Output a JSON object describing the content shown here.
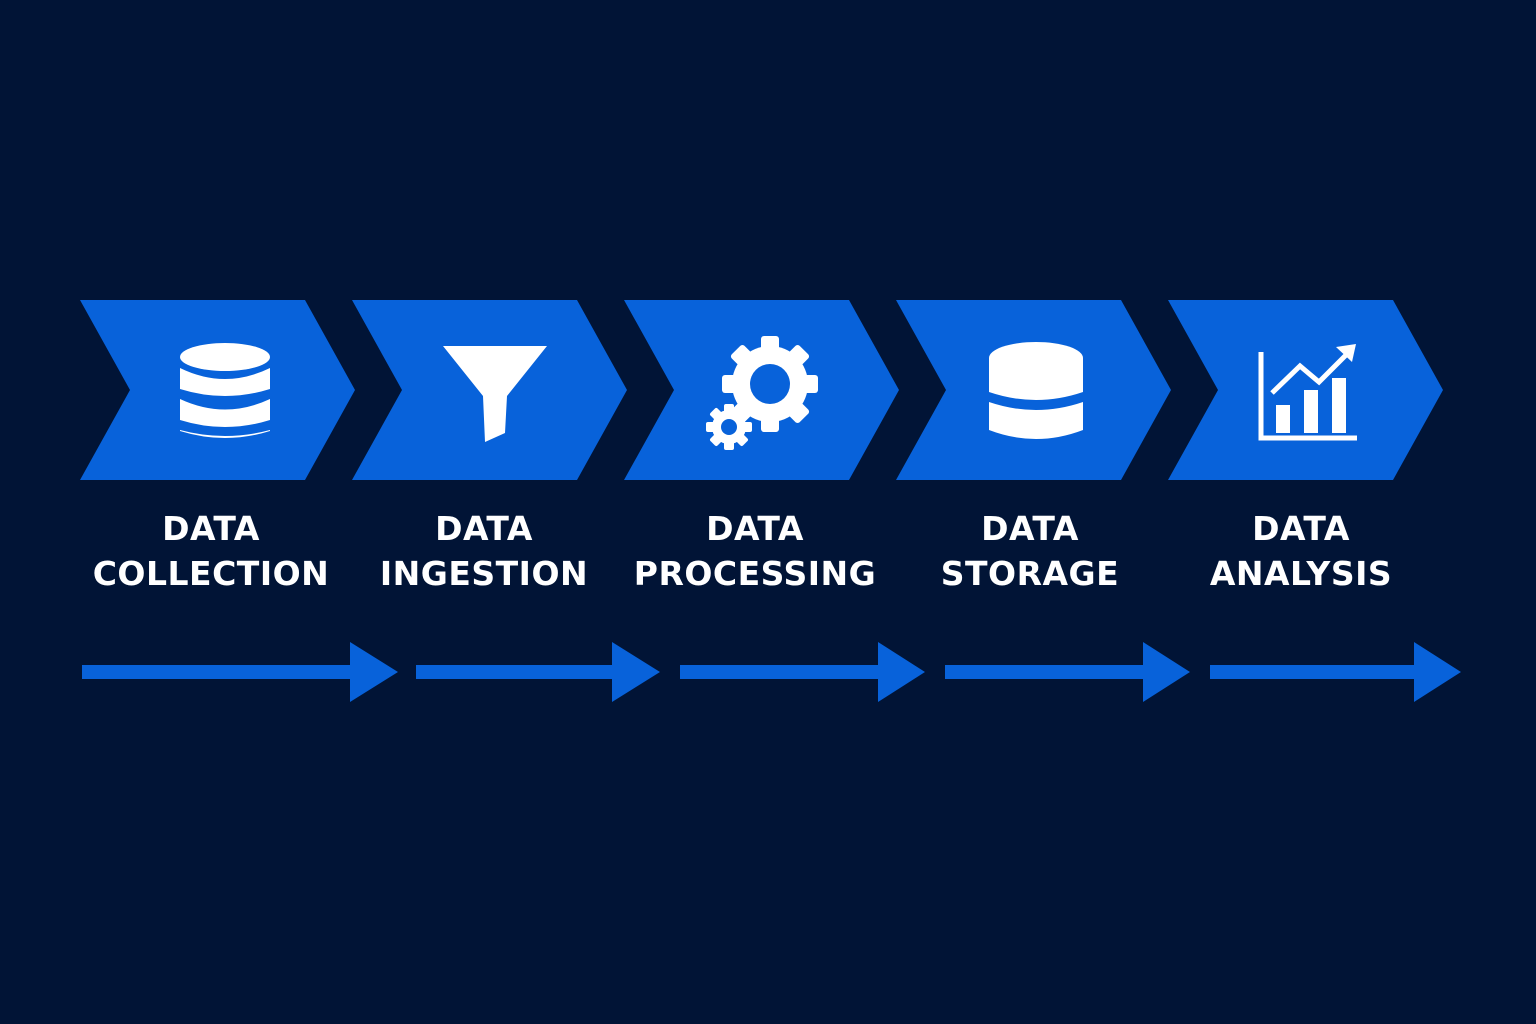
{
  "colors": {
    "background": "#011436",
    "accent": "#0862DA",
    "icon": "#FFFFFF",
    "text": "#FFFFFF"
  },
  "steps": [
    {
      "line1": "DATA",
      "line2": "COLLECTION",
      "icon": "database-icon"
    },
    {
      "line1": "DATA",
      "line2": "INGESTION",
      "icon": "funnel-icon"
    },
    {
      "line1": "DATA",
      "line2": "PROCESSING",
      "icon": "gears-icon"
    },
    {
      "line1": "DATA",
      "line2": "STORAGE",
      "icon": "storage-cylinder-icon"
    },
    {
      "line1": "DATA",
      "line2": "ANALYSIS",
      "icon": "bar-chart-trend-icon"
    }
  ]
}
